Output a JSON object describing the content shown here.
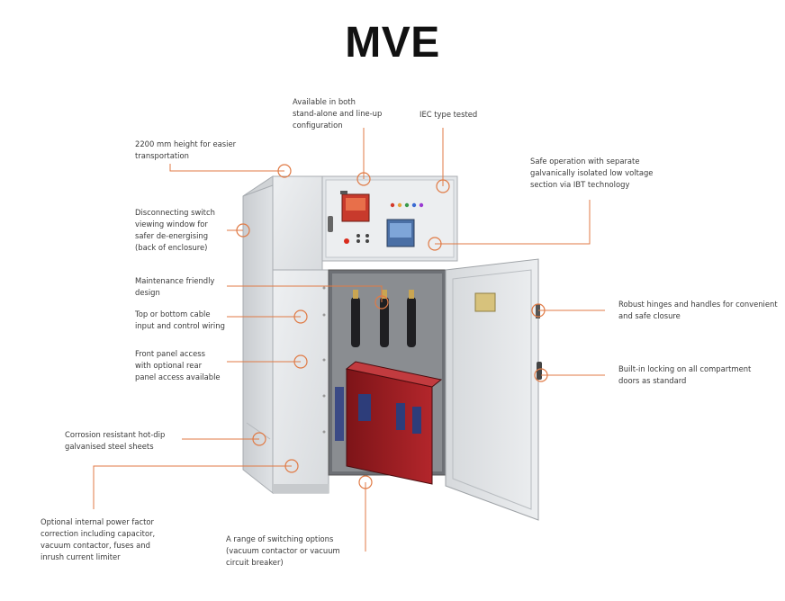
{
  "title": "MVE",
  "accent_color": "#e07a45",
  "callouts": [
    {
      "id": "height",
      "text": "2200 mm height for easier\ntransportation"
    },
    {
      "id": "standalone",
      "text": "Available in both\nstand-alone and line-up\nconfiguration"
    },
    {
      "id": "iec",
      "text": "IEC type tested"
    },
    {
      "id": "safe-operation",
      "text": "Safe operation with separate\ngalvanically isolated low voltage\nsection via IBT technology"
    },
    {
      "id": "viewing-window",
      "text": "Disconnecting switch\nviewing window for\nsafer de-energising\n(back of enclosure)"
    },
    {
      "id": "maintenance",
      "text": "Maintenance friendly\ndesign"
    },
    {
      "id": "cable",
      "text": "Top or bottom cable\ninput and control wiring"
    },
    {
      "id": "front-panel",
      "text": "Front panel access\nwith optional rear\npanel access available"
    },
    {
      "id": "corrosion",
      "text": "Corrosion resistant hot-dip\ngalvanised steel sheets"
    },
    {
      "id": "power-factor",
      "text": "Optional internal power factor\ncorrection including capacitor,\nvacuum contactor, fuses and\ninrush current limiter"
    },
    {
      "id": "switching",
      "text": "A range of switching options\n(vacuum contactor or vacuum\ncircuit breaker)"
    },
    {
      "id": "hinges",
      "text": "Robust hinges and handles for convenient\nand safe closure"
    },
    {
      "id": "locking",
      "text": "Built-in locking on all compartment\ndoors as standard"
    }
  ]
}
